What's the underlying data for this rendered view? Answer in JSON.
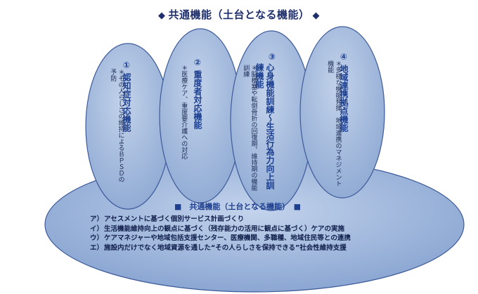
{
  "title": {
    "left_mark": "◆",
    "text": "共通機能（土台となる機能）",
    "right_mark": "◆"
  },
  "functions": [
    {
      "number": "①",
      "name": "認知症対応機能",
      "note": "＊その人らしさの維持によるＢＰＳＤの予防"
    },
    {
      "number": "②",
      "name": "重度者対応機能",
      "note": "＊医療ケア、重度要介護への対応"
    },
    {
      "number": "③",
      "name": "心身機能訓練～生活行為力向上訓練機能",
      "note": "＊脳梗塞や転倒骨折の回復期、維持期の機能訓練"
    },
    {
      "number": "④",
      "name": "地域連携拠点機能",
      "note": "＊多様な機能発揮、地域連携のマネジメント機能"
    }
  ],
  "common": {
    "heading": "■　共通機能（土台となる機能）　■",
    "items": [
      {
        "label": "ア）",
        "text": "アセスメントに基づく個別サービス計画づくり"
      },
      {
        "label": "イ）",
        "text": "生活機能維持向上の観点に基づく（残存能力の活用に観点に基づく）ケアの実施"
      },
      {
        "label": "ウ）",
        "text": "ケアマネジャーや地域包括支援センター、医療機関、多職種、地域住民等との連携"
      },
      {
        "label": "エ）",
        "text": "施設内だけでなく地域資源を通した“その人らしさを保持できる”社会性維持支援"
      }
    ]
  },
  "colors": {
    "ellipse_fill": "#9bb4d9",
    "ellipse_stroke": "#3d5a99",
    "title_text": "#1f2f6b"
  }
}
